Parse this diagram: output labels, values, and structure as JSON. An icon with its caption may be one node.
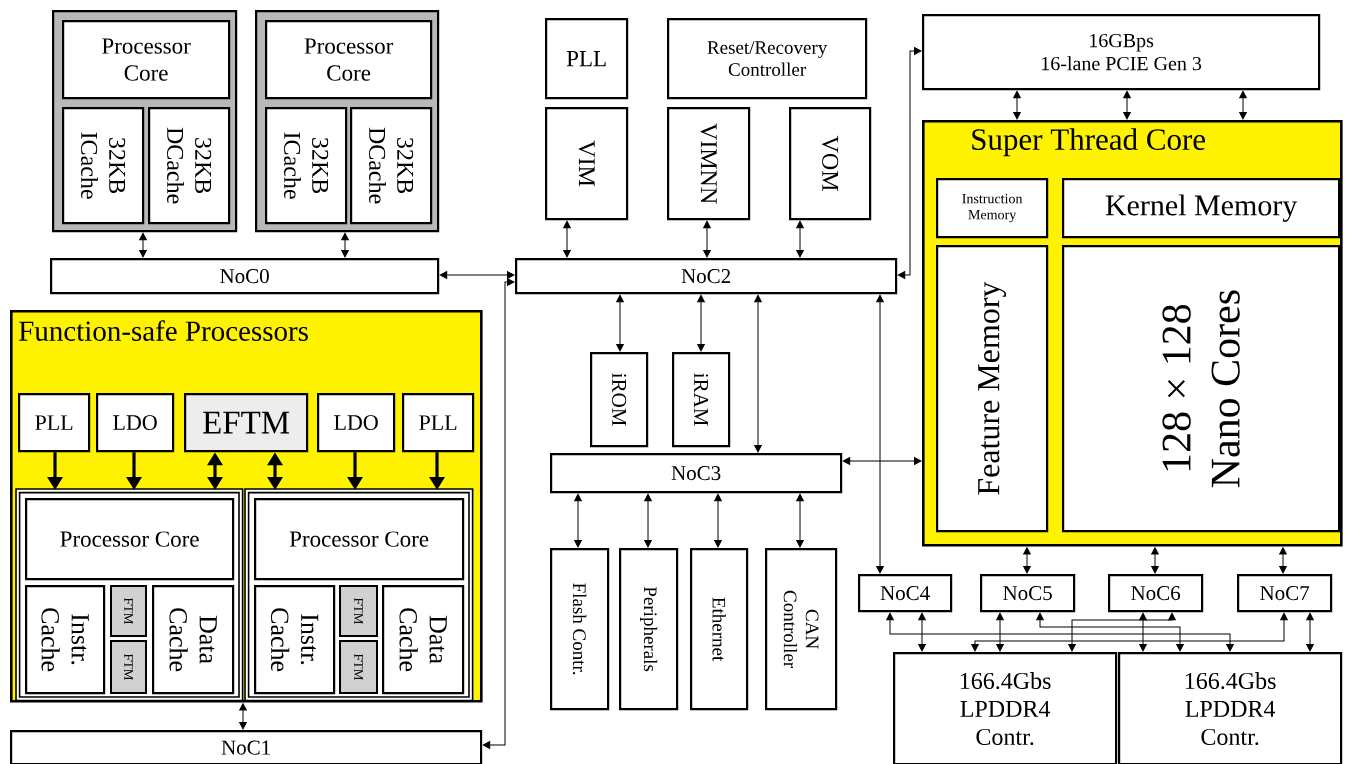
{
  "diagram": {
    "nodes": [
      {
        "text": [],
        "shape": "box"
      },
      {
        "text": [
          "Processor Core"
        ],
        "in": 0
      },
      {
        "text": [
          "32KB ICache"
        ],
        "in": 0
      },
      {
        "text": [
          "32KB DCache"
        ],
        "in": 0
      },
      {
        "text": [],
        "shape": "box"
      },
      {
        "text": [
          "Processor Core"
        ],
        "in": 4
      },
      {
        "text": [
          "32KB ICache"
        ],
        "in": 4
      },
      {
        "text": [
          "32KB DCache"
        ],
        "in": 4
      },
      {
        "text": [
          "NoC0"
        ]
      },
      {
        "text": [
          "PLL"
        ]
      },
      {
        "text": [
          "Reset/Recovery Controller"
        ]
      },
      {
        "text": [
          "VIM"
        ]
      },
      {
        "text": [
          "VIMNN"
        ]
      },
      {
        "text": [
          "VOM"
        ]
      },
      {
        "text": [
          "NoC2"
        ]
      },
      {
        "text": [
          "16GBps",
          "16-lane PCIE Gen 3"
        ]
      },
      {
        "text": [
          "Super Thread Core"
        ]
      },
      {
        "text": [
          "Instruction Memory"
        ],
        "in": 16
      },
      {
        "text": [
          "Kernel Memory"
        ],
        "in": 16
      },
      {
        "text": [
          "Feature Memory"
        ],
        "in": 16
      },
      {
        "text": [
          "128 × 128 Nano Cores"
        ],
        "in": 16
      },
      {
        "text": [
          "Function-safe Processors"
        ]
      },
      {
        "text": [
          "PLL"
        ],
        "in": 21
      },
      {
        "text": [
          "LDO"
        ],
        "in": 21
      },
      {
        "text": [
          "EFTM"
        ],
        "in": 21
      },
      {
        "text": [
          "LDO"
        ],
        "in": 21
      },
      {
        "text": [
          "PLL"
        ],
        "in": 21
      },
      {
        "text": [],
        "shape": "box",
        "in": 21
      },
      {
        "text": [
          "Processor Core"
        ],
        "in": 27
      },
      {
        "text": [
          "Instr. Cache"
        ],
        "in": 27
      },
      {
        "text": [
          "FTM"
        ],
        "in": 27
      },
      {
        "text": [
          "FTM"
        ],
        "in": 27
      },
      {
        "text": [
          "Data Cache"
        ],
        "in": 27
      },
      {
        "text": [],
        "shape": "box",
        "in": 21
      },
      {
        "text": [
          "Processor Core"
        ],
        "in": 33
      },
      {
        "text": [
          "Instr. Cache"
        ],
        "in": 33
      },
      {
        "text": [
          "FTM"
        ],
        "in": 33
      },
      {
        "text": [
          "FTM"
        ],
        "in": 33
      },
      {
        "text": [
          "Data Cache"
        ],
        "in": 33
      },
      {
        "text": [
          "NoC1"
        ]
      },
      {
        "text": [
          "iROM"
        ]
      },
      {
        "text": [
          "iRAM"
        ]
      },
      {
        "text": [
          "NoC3"
        ]
      },
      {
        "text": [
          "Flash Contr."
        ]
      },
      {
        "text": [
          "Peripherals"
        ]
      },
      {
        "text": [
          "Ethernet"
        ]
      },
      {
        "text": [
          "CAN Controller"
        ]
      },
      {
        "text": [
          "NoC4"
        ]
      },
      {
        "text": [
          "NoC5"
        ]
      },
      {
        "text": [
          "NoC6"
        ]
      },
      {
        "text": [
          "NoC7"
        ]
      },
      {
        "text": [
          "166.4Gbs LPDDR4 Contr."
        ]
      },
      {
        "text": [
          "166.4Gbs LPDDR4 Contr."
        ]
      }
    ],
    "edges": [
      {
        "from": 0,
        "to": 8,
        "arrow": "both"
      },
      {
        "from": 4,
        "to": 8,
        "arrow": "both"
      },
      {
        "from": 8,
        "to": 14,
        "arrow": "both"
      },
      {
        "from": 39,
        "to": 14,
        "arrow": "both"
      },
      {
        "from": 11,
        "to": 14,
        "arrow": "both"
      },
      {
        "from": 12,
        "to": 14,
        "arrow": "both"
      },
      {
        "from": 13,
        "to": 14,
        "arrow": "both"
      },
      {
        "from": 14,
        "to": 15,
        "arrow": "both"
      },
      {
        "from": 15,
        "to": 16,
        "arrow": "both"
      },
      {
        "from": 15,
        "to": 16,
        "arrow": "both"
      },
      {
        "from": 15,
        "to": 16,
        "arrow": "both"
      },
      {
        "from": 14,
        "to": 40,
        "arrow": "both"
      },
      {
        "from": 14,
        "to": 41,
        "arrow": "both"
      },
      {
        "from": 14,
        "to": 42,
        "arrow": "both"
      },
      {
        "from": 14,
        "to": 47,
        "arrow": "both"
      },
      {
        "from": 42,
        "to": 16,
        "arrow": "both"
      },
      {
        "from": 42,
        "to": 43,
        "arrow": "both"
      },
      {
        "from": 42,
        "to": 44,
        "arrow": "both"
      },
      {
        "from": 42,
        "to": 45,
        "arrow": "both"
      },
      {
        "from": 42,
        "to": 46,
        "arrow": "both"
      },
      {
        "from": 16,
        "to": 48,
        "arrow": "both"
      },
      {
        "from": 16,
        "to": 49,
        "arrow": "both"
      },
      {
        "from": 16,
        "to": 50,
        "arrow": "both"
      },
      {
        "from": 22,
        "to": 27,
        "arrow": "to",
        "style": "thick"
      },
      {
        "from": 23,
        "to": 27,
        "arrow": "to",
        "style": "thick"
      },
      {
        "from": 24,
        "to": 27,
        "arrow": "both",
        "style": "thick"
      },
      {
        "from": 24,
        "to": 33,
        "arrow": "both",
        "style": "thick"
      },
      {
        "from": 25,
        "to": 33,
        "arrow": "to",
        "style": "thick"
      },
      {
        "from": 26,
        "to": 33,
        "arrow": "to",
        "style": "thick"
      },
      {
        "from": 21,
        "to": 39,
        "arrow": "both"
      },
      {
        "from": 47,
        "to": 51,
        "arrow": "both"
      },
      {
        "from": 47,
        "to": 52,
        "arrow": "both"
      },
      {
        "from": 48,
        "to": 51,
        "arrow": "both"
      },
      {
        "from": 48,
        "to": 52,
        "arrow": "both"
      },
      {
        "from": 49,
        "to": 52,
        "arrow": "both"
      },
      {
        "from": 49,
        "to": 51,
        "arrow": "both"
      },
      {
        "from": 50,
        "to": 52,
        "arrow": "both"
      },
      {
        "from": 50,
        "to": 51,
        "arrow": "both"
      }
    ]
  }
}
